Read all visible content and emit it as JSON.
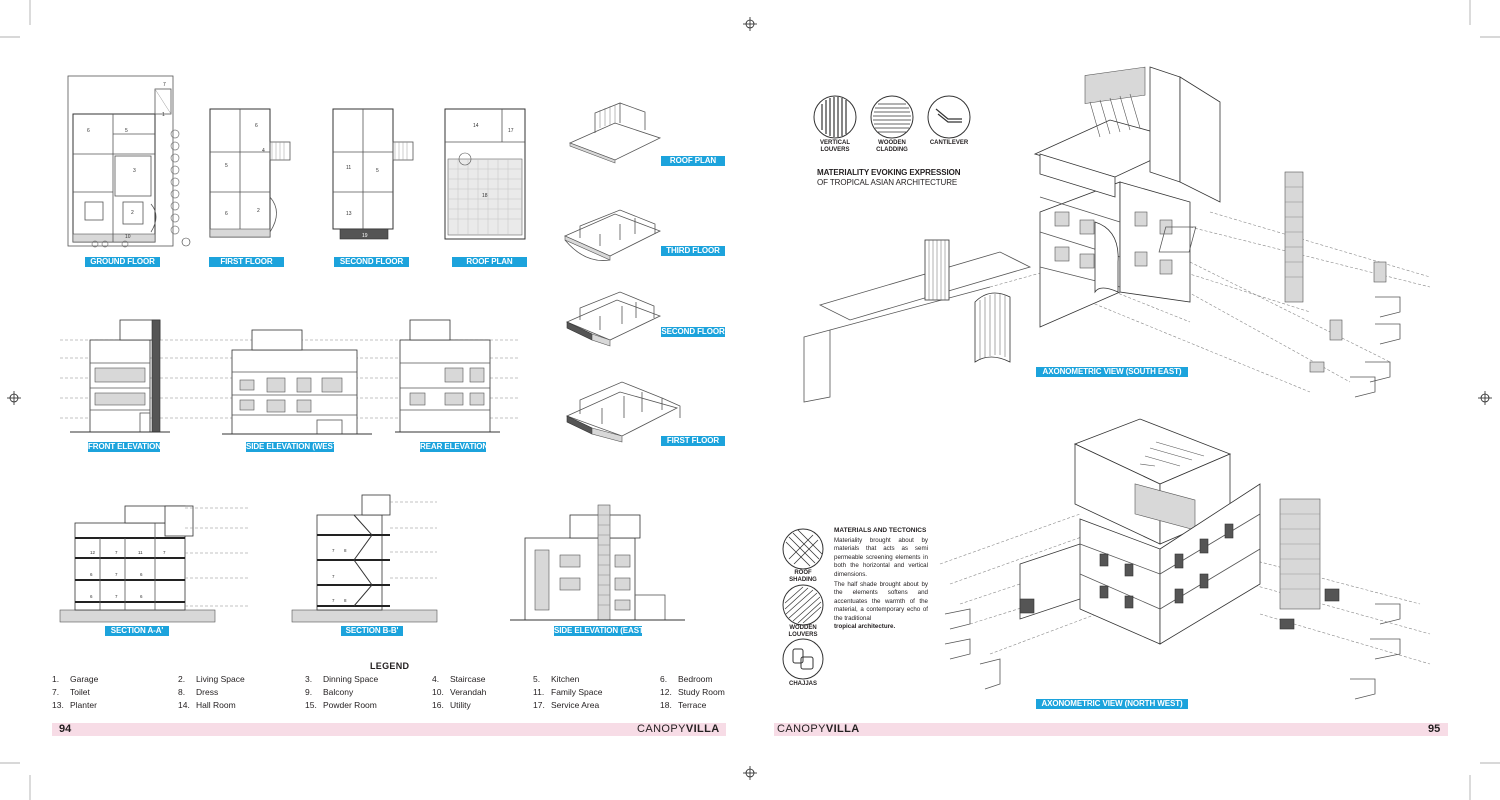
{
  "left_page": {
    "plan_labels": [
      "GROUND FLOOR",
      "FIRST FLOOR",
      "SECOND FLOOR",
      "ROOF PLAN"
    ],
    "iso_labels": [
      "ROOF PLAN",
      "THIRD FLOOR",
      "SECOND FLOOR",
      "FIRST FLOOR"
    ],
    "elevation_labels": [
      "FRONT ELEVATION",
      "SIDE ELEVATION (WEST)",
      "REAR ELEVATION"
    ],
    "section_labels": [
      "SECTION A-A'",
      "SECTION B-B'",
      "SIDE ELEVATION (EAST)"
    ],
    "legend_title": "LEGEND",
    "legend": [
      {
        "num": "1.",
        "label": "Garage"
      },
      {
        "num": "2.",
        "label": "Living Space"
      },
      {
        "num": "3.",
        "label": "Dinning Space"
      },
      {
        "num": "4.",
        "label": "Staircase"
      },
      {
        "num": "5.",
        "label": "Kitchen"
      },
      {
        "num": "6.",
        "label": "Bedroom"
      },
      {
        "num": "7.",
        "label": "Toilet"
      },
      {
        "num": "8.",
        "label": "Dress"
      },
      {
        "num": "9.",
        "label": "Balcony"
      },
      {
        "num": "10.",
        "label": "Verandah"
      },
      {
        "num": "11.",
        "label": "Family Space"
      },
      {
        "num": "12.",
        "label": "Study Room"
      },
      {
        "num": "13.",
        "label": "Planter"
      },
      {
        "num": "14.",
        "label": "Hall Room"
      },
      {
        "num": "15.",
        "label": "Powder Room"
      },
      {
        "num": "16.",
        "label": "Utility"
      },
      {
        "num": "17.",
        "label": "Service Area"
      },
      {
        "num": "18.",
        "label": "Terrace"
      }
    ],
    "page_number": "94",
    "brand_light": "CANOPY",
    "brand_bold": "VILLA"
  },
  "right_page": {
    "icons_top": [
      "VERTICAL LOUVERS",
      "WOODEN CLADDING",
      "CANTILEVER"
    ],
    "materiality_title": "MATERIALITY EVOKING EXPRESSION",
    "materiality_subtitle": "OF TROPICAL ASIAN ARCHITECTURE",
    "axo_se_label": "AXONOMETRIC VIEW (SOUTH EAST)",
    "axo_nw_label": "AXONOMETRIC VIEW (NORTH WEST)",
    "icons_left": [
      "ROOF SHADING",
      "WODDEN LOUVERS",
      "CHAJJAS"
    ],
    "tectonics_title": "MATERIALS AND TECTONICS",
    "tectonics_p1": "Materiality brought about by materials that acts as semi permeable screening elements in both the horizontal and vertical dimensions.",
    "tectonics_p2": "The half shade brought about by the elements softens and accentuates the warmth of the material, a contemporary echo of the traditional",
    "tectonics_p3": "tropical architecture.",
    "page_number": "95",
    "brand_light": "CANOPY",
    "brand_bold": "VILLA"
  }
}
